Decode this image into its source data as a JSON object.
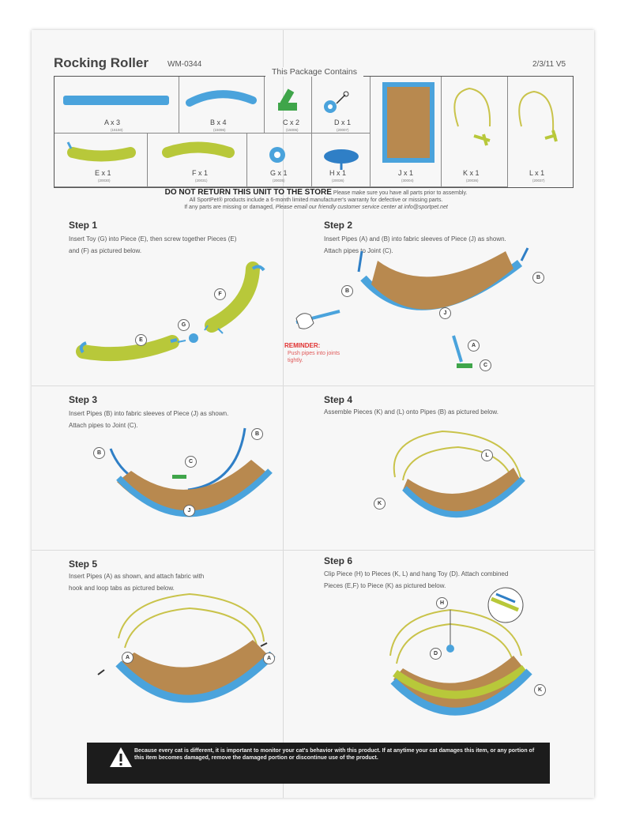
{
  "header": {
    "title": "Rocking Roller",
    "model": "WM-0344",
    "date": "2/3/11 V5"
  },
  "package": {
    "title": "This Package Contains",
    "parts": [
      {
        "label": "A x 3",
        "code": "(15150)"
      },
      {
        "label": "B x 4",
        "code": "(15096)"
      },
      {
        "label": "C x 2",
        "code": "(15006)"
      },
      {
        "label": "D x 1",
        "code": "(20007)"
      },
      {
        "label": "E x 1",
        "code": "(20030)"
      },
      {
        "label": "F x 1",
        "code": "(20031)"
      },
      {
        "label": "G x 1",
        "code": "(20035)"
      },
      {
        "label": "H x 1",
        "code": "(20036)"
      },
      {
        "label": "J x 1",
        "code": "(30004)"
      },
      {
        "label": "K x 1",
        "code": "(20036)"
      },
      {
        "label": "L x 1",
        "code": "(20037)"
      }
    ]
  },
  "notice": {
    "heading": "DO NOT RETURN THIS UNIT TO THE STORE",
    "line1": "Please make sure you have all parts prior to assembly.",
    "line2": "All SportPet® products include a 6-month limited manufacturer's warranty for defective or missing parts.",
    "line3": "If any parts are missing or damaged,",
    "line3b": "Please email our friendly customer service center at info@sportpet.net"
  },
  "steps": [
    {
      "title": "Step 1",
      "text1": "Insert Toy (G) into Piece (E), then screw together Pieces (E)",
      "text2": "and (F) as pictured below."
    },
    {
      "title": "Step 2",
      "text1": "Insert Pipes (A) and (B) into fabric sleeves of Piece (J) as shown.",
      "text2": "Attach pipes to Joint (C)."
    },
    {
      "title": "Step 3",
      "text1": "Insert Pipes (B) into fabric sleeves of Piece (J) as shown.",
      "text2": "Attach pipes to Joint (C)."
    },
    {
      "title": "Step 4",
      "text1": "Assemble Pieces (K) and (L) onto Pipes (B) as pictured below.",
      "text2": ""
    },
    {
      "title": "Step 5",
      "text1": "Insert Pipes (A) as shown, and attach fabric with",
      "text2": "hook and loop tabs as pictured below."
    },
    {
      "title": "Step 6",
      "text1": "Clip Piece (H) to Pieces (K, L) and hang Toy (D). Attach combined",
      "text2": "Pieces (E,F) to Piece (K) as pictured below."
    }
  ],
  "reminder": {
    "title": "REMINDER:",
    "text": "Push pipes into joints tightly."
  },
  "callouts": {
    "A": "A",
    "B": "B",
    "C": "C",
    "D": "D",
    "E": "E",
    "F": "F",
    "G": "G",
    "H": "H",
    "J": "J",
    "K": "K",
    "L": "L"
  },
  "banner": {
    "text": "Because every cat is different, it is important to monitor your cat's behavior with this product. If at anytime your cat damages this item, or any portion of this item becomes damaged, remove the damaged portion or discontinue use of the product."
  },
  "colors": {
    "pipe_blue": "#4aa3dc",
    "toy_green": "#b8c83a",
    "fabric": "#b8894f",
    "joint_green": "#3fa54a"
  }
}
